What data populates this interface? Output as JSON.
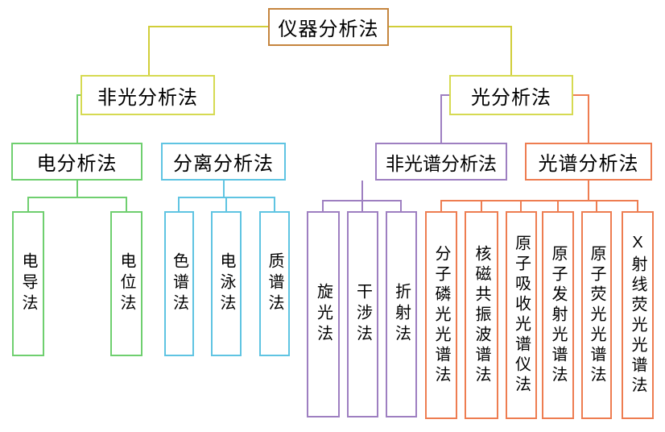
{
  "diagram_title": "仪器分析法",
  "colors": {
    "root_border": "#c5853e",
    "connector_yellow": "#d1ce39",
    "level2_border": "#d6da52",
    "electro_branch_green": "#6fcf6f",
    "separation_branch_cyan": "#5fc4e2",
    "nonspectro_branch_purple": "#9e7fc1",
    "spectro_branch_orange": "#ee7d51"
  },
  "tree": {
    "root": {
      "label": "仪器分析法"
    },
    "branches": [
      {
        "label": "非光分析法"
      },
      {
        "label": "光分析法"
      }
    ],
    "groups": [
      {
        "label": "电分析法",
        "children": [
          "电导法",
          "电位法"
        ]
      },
      {
        "label": "分离分析法",
        "children": [
          "色谱法",
          "电泳法",
          "质谱法"
        ]
      },
      {
        "label": "非光谱分析法",
        "children": [
          "旋光法",
          "干涉法",
          "折射法"
        ]
      },
      {
        "label": "光谱分析法",
        "children": [
          "分子磷光光谱法",
          "核磁共振波谱法",
          "原子吸收光谱仪法",
          "原子发射光谱法",
          "原子荧光光谱法",
          "X射线荧光光谱法"
        ]
      }
    ]
  }
}
